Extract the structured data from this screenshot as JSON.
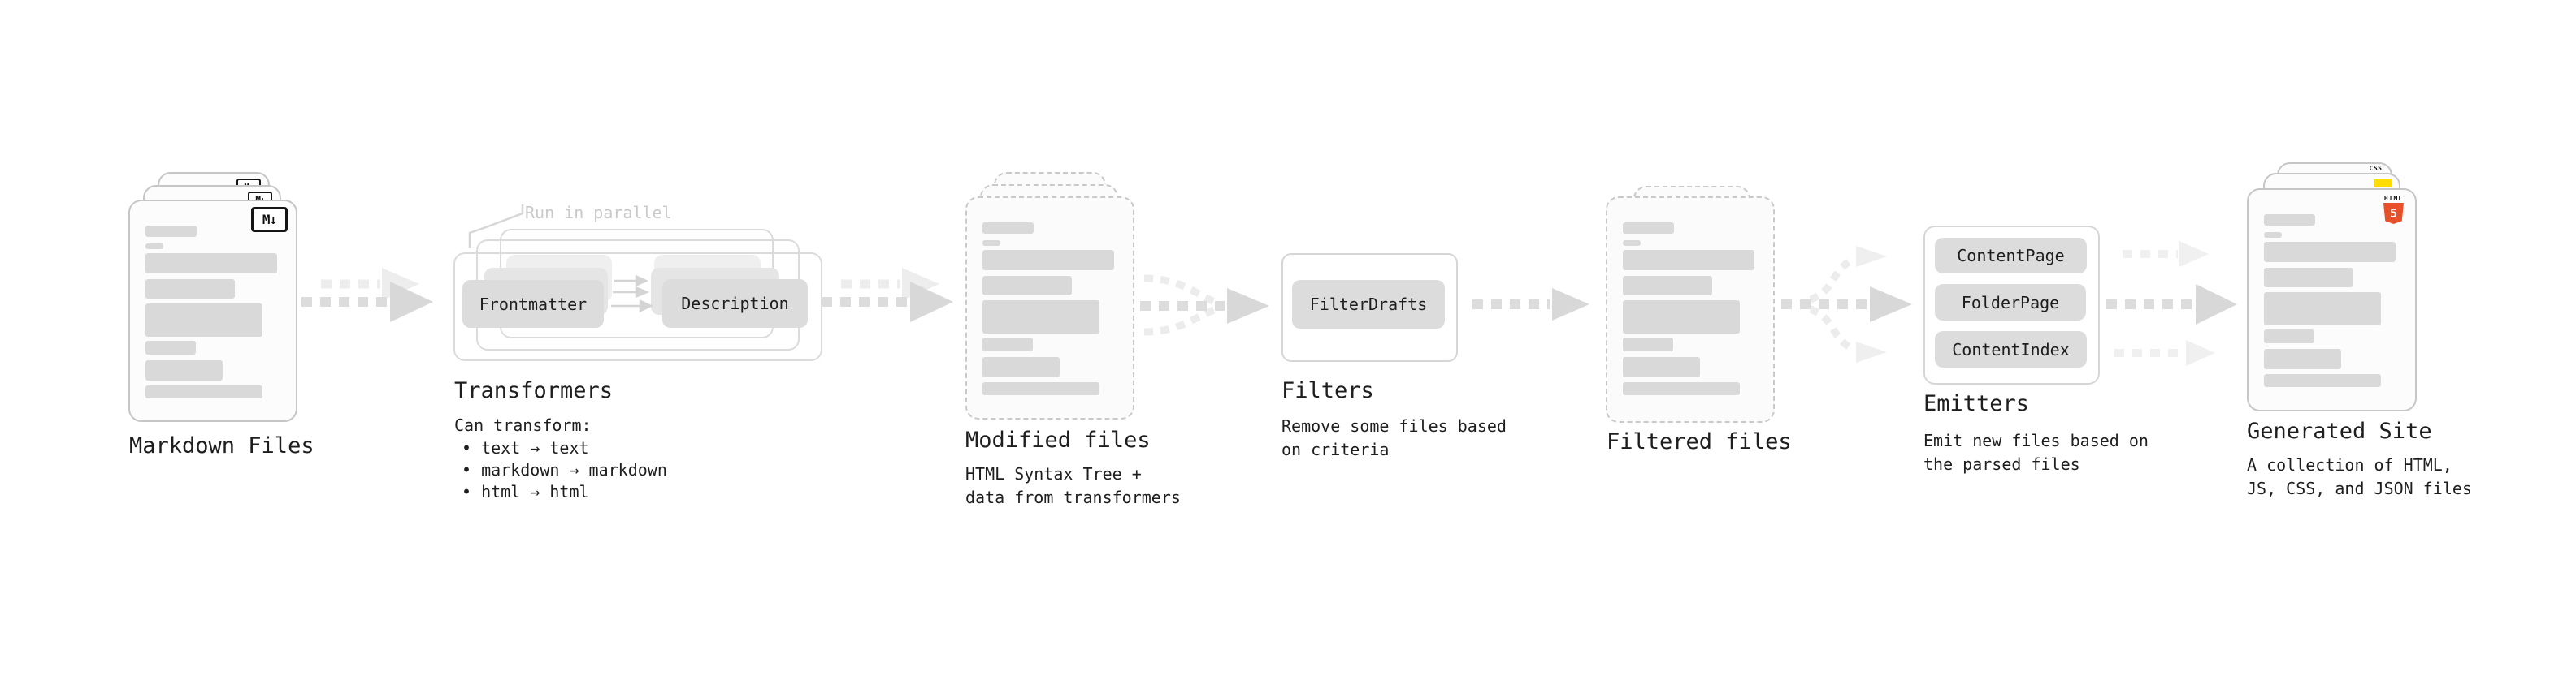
{
  "stages": {
    "markdown": {
      "label": "Markdown Files",
      "badge": "M↓"
    },
    "transformers": {
      "heading": "Transformers",
      "annotation": "Run in parallel",
      "box1": "Frontmatter",
      "box2": "Description",
      "caption_title": "Can transform:",
      "bullets": [
        "• text → text",
        "• markdown → markdown",
        "• html → html"
      ]
    },
    "modified": {
      "label": "Modified files",
      "caption1": "HTML Syntax Tree +",
      "caption2": "data from transformers"
    },
    "filters": {
      "heading": "Filters",
      "box": "FilterDrafts",
      "caption1": "Remove some files based",
      "caption2": "on criteria"
    },
    "filtered": {
      "label": "Filtered files"
    },
    "emitters": {
      "heading": "Emitters",
      "box1": "ContentPage",
      "box2": "FolderPage",
      "box3": "ContentIndex",
      "caption1": "Emit new files based on",
      "caption2": "the parsed files"
    },
    "generated": {
      "label": "Generated Site",
      "caption1": "A collection of HTML,",
      "caption2": "JS, CSS, and JSON files",
      "css_badge": "CSS",
      "html_badge_text": "HTML",
      "html_badge_number": "5"
    }
  },
  "colors": {
    "html5_orange": "#e8502a",
    "js_yellow": "#ffdd00",
    "css_blue": "#2760e6",
    "box_gray": "#dcdcdc",
    "arrow_gray": "#d8d8d8"
  }
}
